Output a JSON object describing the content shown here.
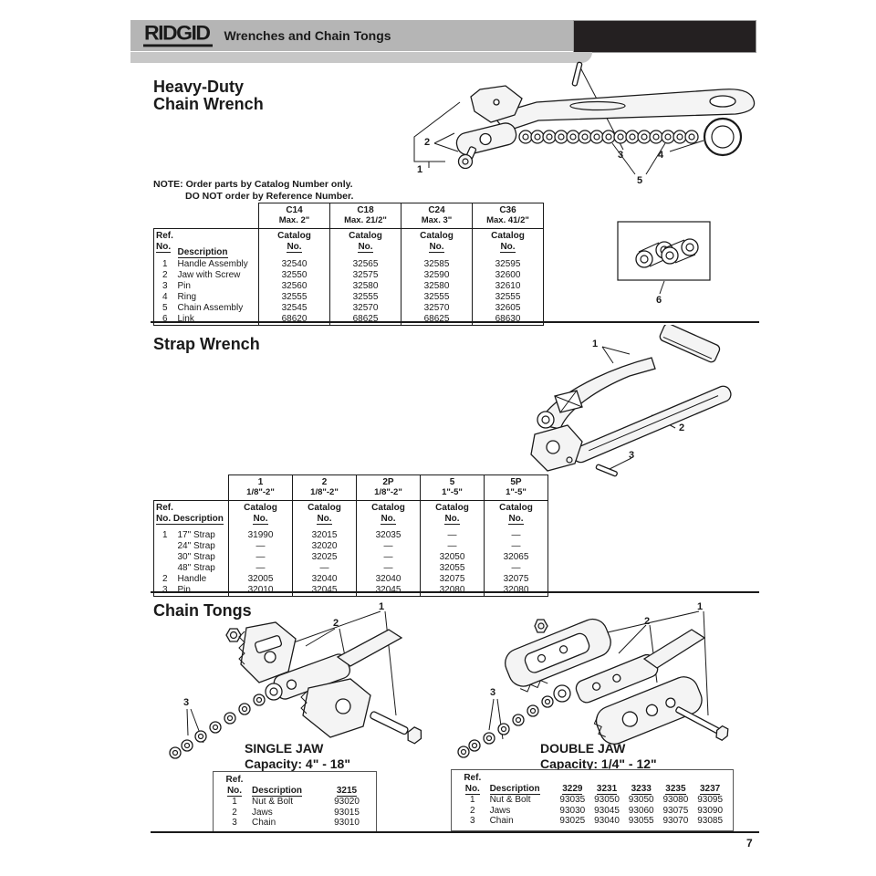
{
  "header": {
    "logo": "RIDGID",
    "title": "Wrenches and Chain Tongs"
  },
  "colors": {
    "header_gray": "#b5b5b5",
    "header_black": "#242021",
    "ink": "#1a1a1a"
  },
  "labels": {
    "ref": "Ref.",
    "no": "No.",
    "description": "Description",
    "catalog": "Catalog"
  },
  "note": {
    "line1": "NOTE: Order parts by Catalog Number only.",
    "line2": "DO NOT order by Reference Number."
  },
  "page": {
    "number": "7"
  },
  "sections": {
    "chainWrench": {
      "title_line1": "Heavy-Duty",
      "title_line2": "Chain Wrench",
      "callouts": [
        "1",
        "2",
        "3",
        "4",
        "5"
      ],
      "link_callout": "6",
      "table": {
        "models": [
          {
            "name": "C14",
            "max": "Max. 2\""
          },
          {
            "name": "C18",
            "max": "Max. 21/2\""
          },
          {
            "name": "C24",
            "max": "Max. 3\""
          },
          {
            "name": "C36",
            "max": "Max. 41/2\""
          }
        ],
        "rows": [
          {
            "ref": "1",
            "desc": "Handle Assembly",
            "values": [
              "32540",
              "32565",
              "32585",
              "32595"
            ]
          },
          {
            "ref": "2",
            "desc": "Jaw with Screw",
            "values": [
              "32550",
              "32575",
              "32590",
              "32600"
            ]
          },
          {
            "ref": "3",
            "desc": "Pin",
            "values": [
              "32560",
              "32580",
              "32580",
              "32610"
            ]
          },
          {
            "ref": "4",
            "desc": "Ring",
            "values": [
              "32555",
              "32555",
              "32555",
              "32555"
            ]
          },
          {
            "ref": "5",
            "desc": "Chain Assembly",
            "values": [
              "32545",
              "32570",
              "32570",
              "32605"
            ]
          },
          {
            "ref": "6",
            "desc": "Link",
            "values": [
              "68620",
              "68625",
              "68625",
              "68630"
            ]
          }
        ]
      }
    },
    "strapWrench": {
      "title": "Strap Wrench",
      "callouts": [
        "1",
        "2",
        "3"
      ],
      "table": {
        "models": [
          {
            "name": "1",
            "range": "1/8\"-2\""
          },
          {
            "name": "2",
            "range": "1/8\"-2\""
          },
          {
            "name": "2P",
            "range": "1/8\"-2\""
          },
          {
            "name": "5",
            "range": "1\"-5\""
          },
          {
            "name": "5P",
            "range": "1\"-5\""
          }
        ],
        "rows": [
          {
            "ref": "1",
            "desc": "17\" Strap",
            "values": [
              "31990",
              "32015",
              "32035",
              "—",
              "—"
            ]
          },
          {
            "ref": "",
            "desc": "24\" Strap",
            "values": [
              "—",
              "32020",
              "—",
              "—",
              "—"
            ]
          },
          {
            "ref": "",
            "desc": "30\" Strap",
            "values": [
              "—",
              "32025",
              "—",
              "32050",
              "32065"
            ]
          },
          {
            "ref": "",
            "desc": "48\" Strap",
            "values": [
              "—",
              "—",
              "—",
              "32055",
              "—"
            ]
          },
          {
            "ref": "2",
            "desc": "Handle",
            "values": [
              "32005",
              "32040",
              "32040",
              "32075",
              "32075"
            ]
          },
          {
            "ref": "3",
            "desc": "Pin",
            "values": [
              "32010",
              "32045",
              "32045",
              "32080",
              "32080"
            ]
          }
        ]
      }
    },
    "chainTongs": {
      "title": "Chain Tongs",
      "single": {
        "label_line1": "SINGLE JAW",
        "label_line2": "Capacity: 4\" - 18\"",
        "callouts": [
          "1",
          "2",
          "3"
        ],
        "table": {
          "model": "3215",
          "rows": [
            {
              "ref": "1",
              "desc": "Nut & Bolt",
              "values": [
                "93020"
              ]
            },
            {
              "ref": "2",
              "desc": "Jaws",
              "values": [
                "93015"
              ]
            },
            {
              "ref": "3",
              "desc": "Chain",
              "values": [
                "93010"
              ]
            }
          ]
        }
      },
      "double": {
        "label_line1": "DOUBLE JAW",
        "label_line2": "Capacity: 1/4\" - 12\"",
        "callouts": [
          "1",
          "2",
          "3"
        ],
        "table": {
          "models": [
            "3229",
            "3231",
            "3233",
            "3235",
            "3237"
          ],
          "rows": [
            {
              "ref": "1",
              "desc": "Nut & Bolt",
              "values": [
                "93035",
                "93050",
                "93050",
                "93080",
                "93095"
              ]
            },
            {
              "ref": "2",
              "desc": "Jaws",
              "values": [
                "93030",
                "93045",
                "93060",
                "93075",
                "93090"
              ]
            },
            {
              "ref": "3",
              "desc": "Chain",
              "values": [
                "93025",
                "93040",
                "93055",
                "93070",
                "93085"
              ]
            }
          ]
        }
      }
    }
  }
}
